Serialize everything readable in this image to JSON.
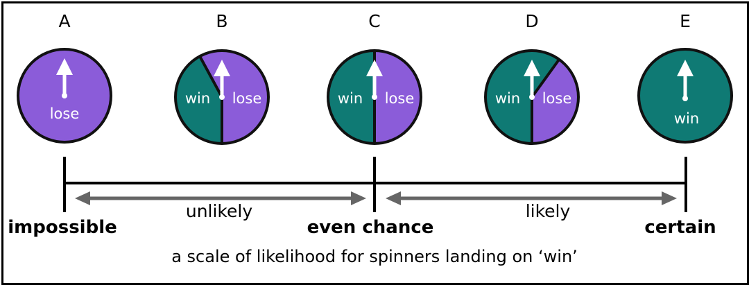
{
  "colors": {
    "win": "#0f7a74",
    "lose": "#8b5cd9",
    "outline": "#111111",
    "pointer": "#ffffff",
    "arrow": "#666666",
    "line": "#000000"
  },
  "spinners": [
    {
      "letter": "A",
      "win_fraction": 0.0,
      "labels": [
        "lose"
      ]
    },
    {
      "letter": "B",
      "win_fraction": 0.42,
      "labels": [
        "win",
        "lose"
      ]
    },
    {
      "letter": "C",
      "win_fraction": 0.5,
      "labels": [
        "win",
        "lose"
      ]
    },
    {
      "letter": "D",
      "win_fraction": 0.58,
      "labels": [
        "win",
        "lose"
      ]
    },
    {
      "letter": "E",
      "win_fraction": 1.0,
      "labels": [
        "win"
      ]
    }
  ],
  "scale": {
    "points": [
      {
        "label": "impossible",
        "value": 0
      },
      {
        "label": "even chance",
        "value": 0.5
      },
      {
        "label": "certain",
        "value": 1
      }
    ],
    "ranges": [
      {
        "label": "unlikely"
      },
      {
        "label": "likely"
      }
    ]
  },
  "caption": "a scale of likelihood for spinners landing on ‘win’"
}
